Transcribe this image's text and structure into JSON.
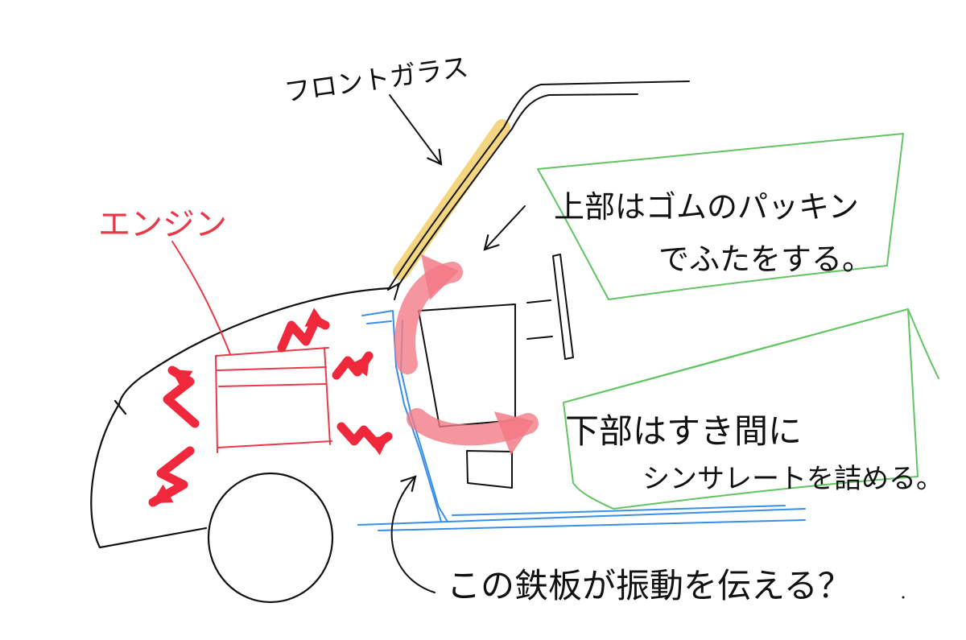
{
  "labels": {
    "front_glass": "フロントガラス",
    "engine": "エンジン",
    "upper_note": {
      "line1": "上部はゴムのパッキン",
      "line2": "でふたをする。"
    },
    "lower_note": {
      "line1": "下部はすき間に",
      "line2": "シンサレートを詰める。"
    },
    "steel_plate_note": "この鉄板が振動を伝える？"
  },
  "colors": {
    "outline": "#111111",
    "engine": "#e8394a",
    "vibration": "#f0283c",
    "heat_flow": "#f27a86",
    "gasket": "#f3cf6a",
    "steel_plate": "#3a8ee6",
    "note_box": "#62c462"
  }
}
